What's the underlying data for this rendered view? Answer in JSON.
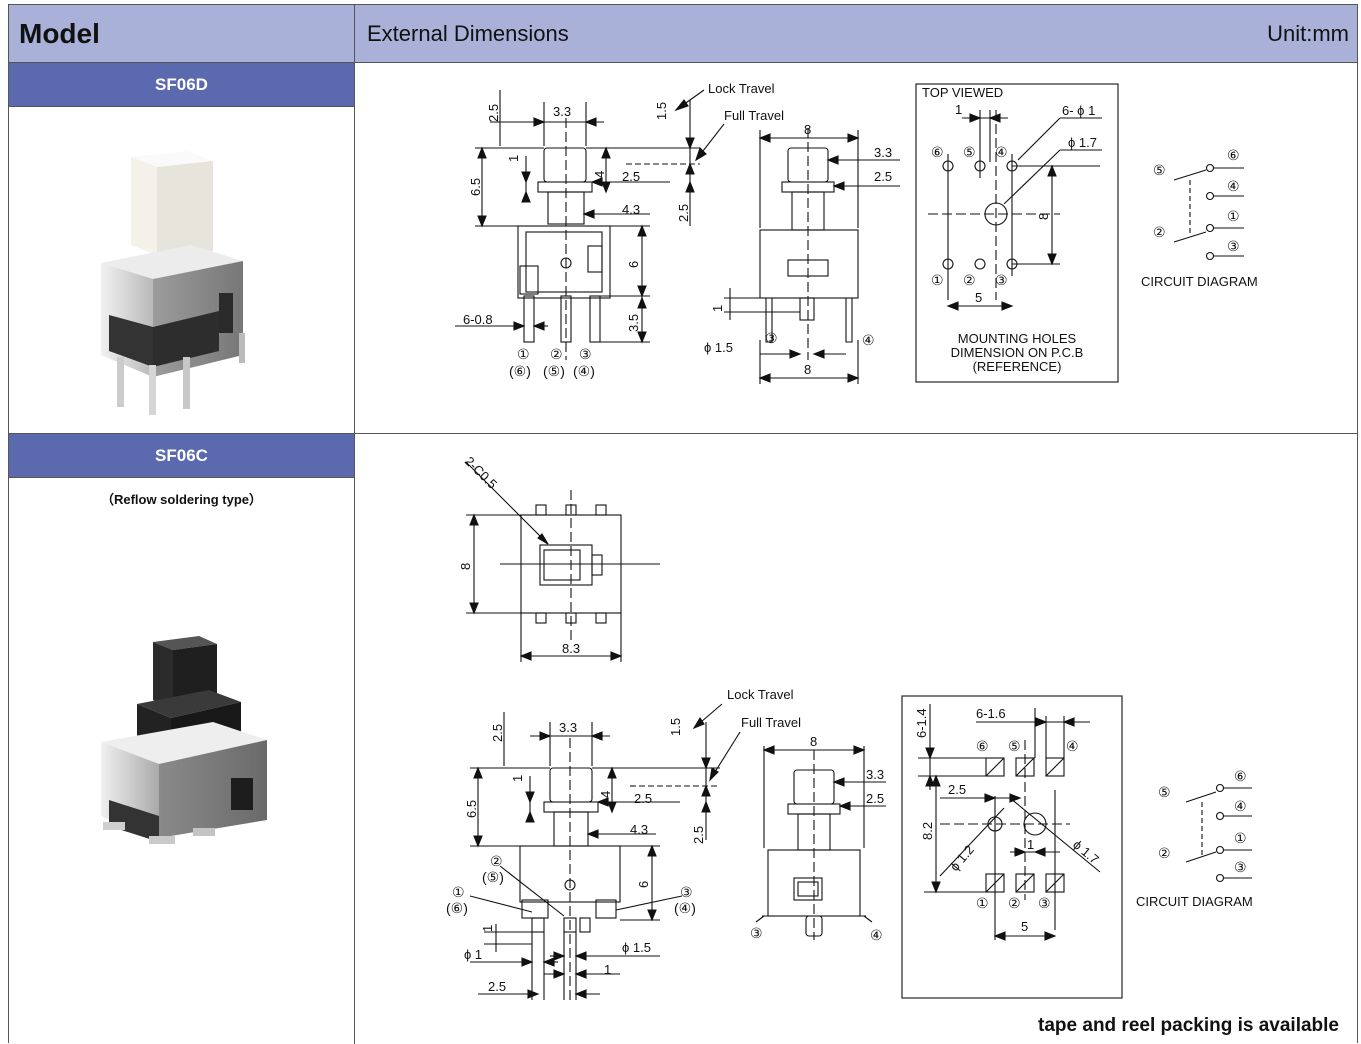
{
  "header": {
    "model": "Model",
    "external": "External Dimensions",
    "unit": "Unit:mm"
  },
  "sf06d": {
    "name": "SF06D",
    "dims": {
      "d2_5": "2.5",
      "d3_3": "3.3",
      "d1_5": "1.5",
      "d1": "1",
      "d6_5": "6.5",
      "d4": "4",
      "d2_5b": "2.5",
      "d4_3": "4.3",
      "d2_5c": "2.5",
      "d6": "6",
      "d3_5": "3.5",
      "d6_08": "6-0.8",
      "side8": "8",
      "side3_3": "3.3",
      "side2_5": "2.5",
      "side1": "1",
      "phi1_5": "ϕ 1.5",
      "side8b": "8"
    },
    "lock_travel": "Lock Travel",
    "full_travel": "Full Travel",
    "pins_top": [
      "①",
      "②",
      "③"
    ],
    "pins_bottom": [
      "(⑥)",
      "(⑤)",
      "(④)"
    ],
    "side_pins": [
      "③",
      "④"
    ],
    "top_view": {
      "title": "TOP VIEWED",
      "d1": "1",
      "holes": "6- ϕ 1",
      "phi": "ϕ 1.7",
      "d8": "8",
      "d5": "5",
      "top_pins": [
        "⑥",
        "⑤",
        "④"
      ],
      "bottom_pins": [
        "①",
        "②",
        "③"
      ],
      "caption": [
        "MOUNTING HOLES",
        "DIMENSION ON P.C.B",
        "(REFERENCE)"
      ]
    },
    "circuit": {
      "left": [
        "⑤",
        "②"
      ],
      "right": [
        "⑥",
        "④",
        "①",
        "③"
      ],
      "caption": "CIRCUIT DIAGRAM"
    }
  },
  "sf06c": {
    "name": "SF06C",
    "note": "（Reflow soldering type）",
    "top": {
      "chamfer": "2-C0.5",
      "d8": "8",
      "d8_3": "8.3"
    },
    "dims": {
      "d2_5": "2.5",
      "d3_3": "3.3",
      "d1_5": "1.5",
      "d1": "1",
      "d6_5": "6.5",
      "d4": "4",
      "d2_5b": "2.5",
      "d4_3": "4.3",
      "d2_5c": "2.5",
      "d6": "6",
      "d1b": "1",
      "phi1": "ϕ 1",
      "phi1_5": "ϕ 1.5",
      "d1c": "1",
      "d2_5d": "2.5",
      "side8": "8",
      "side3_3": "3.3",
      "side2_5": "2.5"
    },
    "lock_travel": "Lock Travel",
    "full_travel": "Full Travel",
    "pin_labels": {
      "p2": "②",
      "p5": "(⑤)",
      "p1": "①",
      "p6": "(⑥)",
      "p3": "③",
      "p4": "(④)"
    },
    "side_pins": [
      "③",
      "④"
    ],
    "pad": {
      "d6_14": "6-1.4",
      "d6_16": "6-1.6",
      "d8_2": "8.2",
      "d2_5": "2.5",
      "phi1_2": "ϕ 1.2",
      "phi1_7": "ϕ 1.7",
      "d1": "1",
      "d5": "5",
      "top_pins": [
        "⑥",
        "⑤",
        "④"
      ],
      "bottom_pins": [
        "①",
        "②",
        "③"
      ]
    },
    "circuit": {
      "left": [
        "⑤",
        "②"
      ],
      "right": [
        "⑥",
        "④",
        "①",
        "③"
      ],
      "caption": "CIRCUIT DIAGRAM"
    }
  },
  "footer": "tape and reel packing is available",
  "colors": {
    "header_bg": "#a9b1d9",
    "model_bar": "#5b69ae"
  }
}
